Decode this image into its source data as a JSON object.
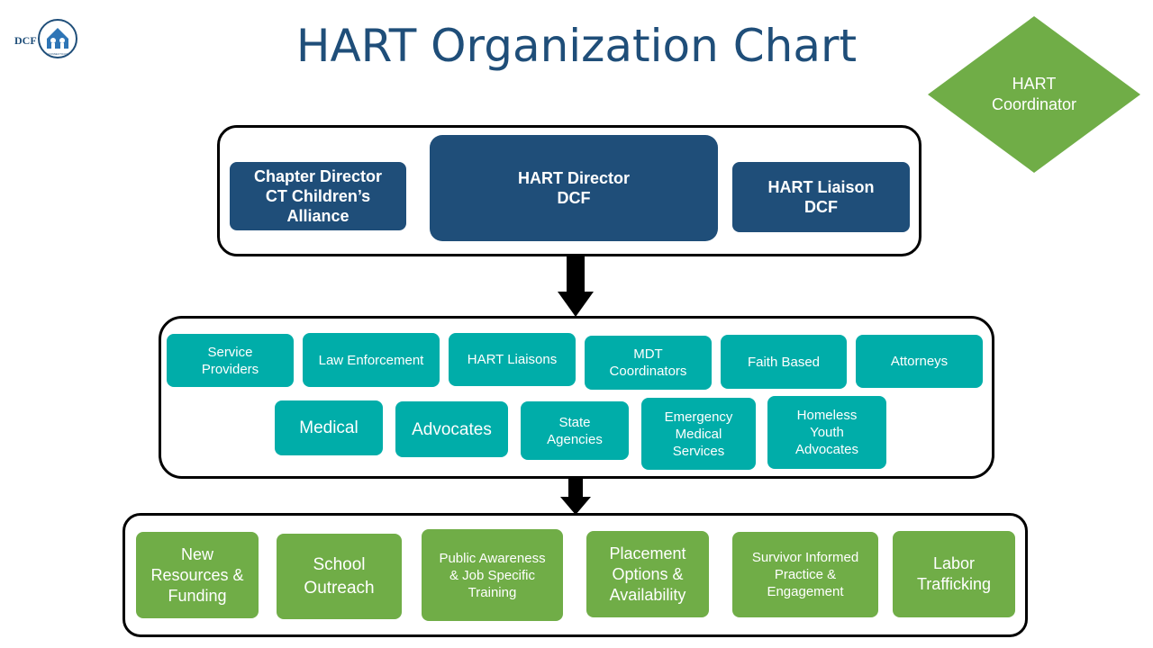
{
  "title": "HART Organization Chart",
  "logo": {
    "text": "DCF",
    "subtext": "CONNECTICUT"
  },
  "coordinator": {
    "label": "HART\nCoordinator"
  },
  "leadership": {
    "chapter_director": "Chapter Director\nCT Children’s\nAlliance",
    "hart_director": "HART Director\nDCF",
    "hart_liaison": "HART Liaison\nDCF"
  },
  "partners": {
    "row1": [
      "Service\nProviders",
      "Law Enforcement",
      "HART  Liaisons",
      "MDT\nCoordinators",
      "Faith Based",
      "Attorneys"
    ],
    "row2": [
      "Medical",
      "Advocates",
      "State\nAgencies",
      "Emergency\nMedical\nServices",
      "Homeless\nYouth\nAdvocates"
    ]
  },
  "focus_areas": [
    "New\nResources &\nFunding",
    "School\nOutreach",
    "Public Awareness\n& Job Specific\nTraining",
    "Placement\nOptions &\nAvailability",
    "Survivor Informed\nPractice &\nEngagement",
    "Labor\nTrafficking"
  ],
  "colors": {
    "navy": "#1f4e79",
    "teal": "#00ada9",
    "green": "#70ad47",
    "title": "#1f4e79"
  }
}
